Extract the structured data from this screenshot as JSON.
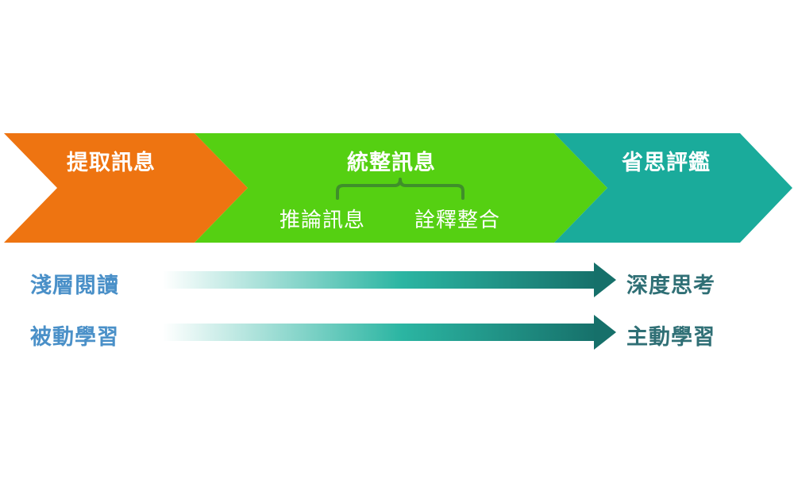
{
  "stages": [
    {
      "title": "提取訊息",
      "color": "#ee7411"
    },
    {
      "title": "統整訊息",
      "color": "#55d012",
      "sub": [
        "推論訊息",
        "詮釋整合"
      ],
      "bracket_color": "#3f8f2a"
    },
    {
      "title": "省思評鑑",
      "color": "#1aab9b"
    }
  ],
  "rows": [
    {
      "from": "淺層閱讀",
      "to": "深度思考"
    },
    {
      "from": "被動學習",
      "to": "主動學習"
    }
  ],
  "colors": {
    "left_text": "#4a90c8",
    "right_text": "#2f6f75",
    "arrow_start": "#ffffff",
    "arrow_mid": "#2bb5a2",
    "arrow_end": "#16706a"
  }
}
